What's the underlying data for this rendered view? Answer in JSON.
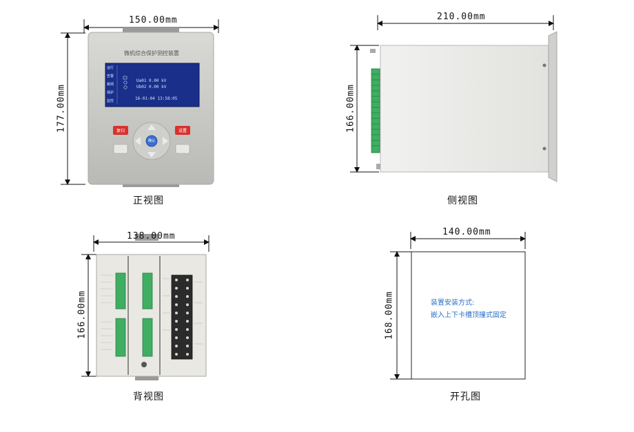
{
  "views": {
    "front": {
      "caption": "正视图",
      "width_label": "150.00mm",
      "height_label": "177.00mm",
      "device_title": "微机综合保护测控装置",
      "lcd": {
        "side_labels": [
          "运行",
          "告警",
          "跳闸",
          "保护",
          "监控"
        ],
        "line1": "Ua01  0.00 kV",
        "line2": "Ub02  0.00 kV",
        "datetime": "16-01-04   13:58:05"
      },
      "buttons": {
        "left_red": "复归",
        "right_red": "设置",
        "center": "确认"
      }
    },
    "side": {
      "caption": "侧视图",
      "width_label": "210.00mm",
      "height_label": "166.00mm"
    },
    "back": {
      "caption": "背视图",
      "width_label": "138.00mm",
      "height_label": "166.00mm"
    },
    "cutout": {
      "caption": "开孔图",
      "width_label": "140.00mm",
      "height_label": "168.00mm",
      "note_line1": "装置安装方式:",
      "note_line2": "嵌入上下卡槽顶撞式固定"
    }
  },
  "colors": {
    "panel": "#c9c9c6",
    "lcd": "#1a2f8a",
    "terminal_green": "#3fae62",
    "note_blue": "#2a72c8"
  }
}
